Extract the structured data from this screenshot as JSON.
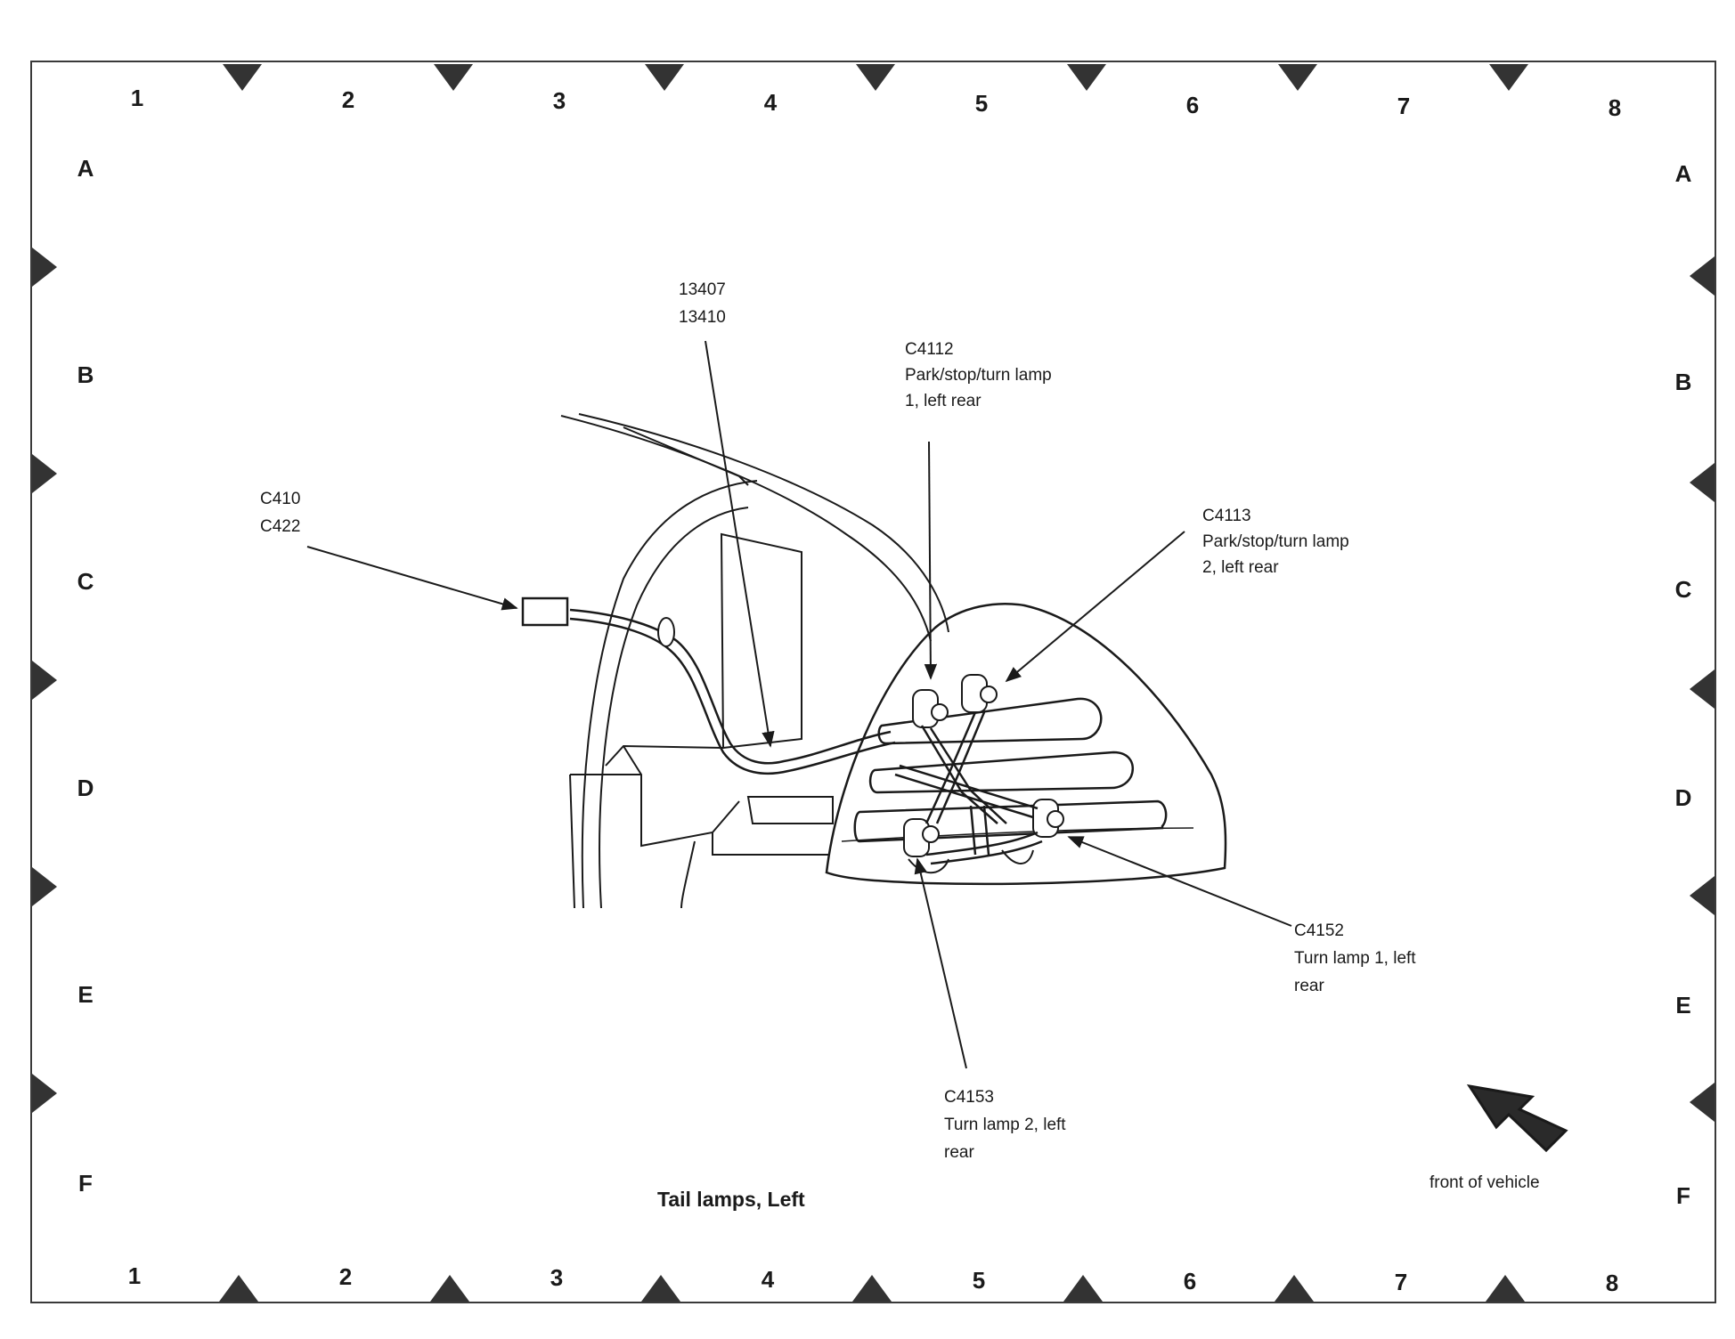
{
  "grid": {
    "columns": [
      "1",
      "2",
      "3",
      "4",
      "5",
      "6",
      "7",
      "8"
    ],
    "rows": [
      "A",
      "B",
      "C",
      "D",
      "E",
      "F"
    ]
  },
  "labels": {
    "harness": [
      "13407",
      "13410"
    ],
    "c410_c422": [
      "C410",
      "C422"
    ],
    "c4112": [
      "C4112",
      "Park/stop/turn lamp",
      "1, left rear"
    ],
    "c4113": [
      "C4113",
      "Park/stop/turn lamp",
      "2, left rear"
    ],
    "c4152": [
      "C4152",
      "Turn lamp 1, left",
      "rear"
    ],
    "c4153": [
      "C4153",
      "Turn lamp 2, left",
      "rear"
    ]
  },
  "caption": "Tail lamps, Left",
  "orientation": {
    "text": "front of vehicle",
    "icon": "arrow-up-left-icon"
  },
  "colors": {
    "ink": "#1a1a1a",
    "frame": "#3a3a3a",
    "marker": "#333333"
  }
}
